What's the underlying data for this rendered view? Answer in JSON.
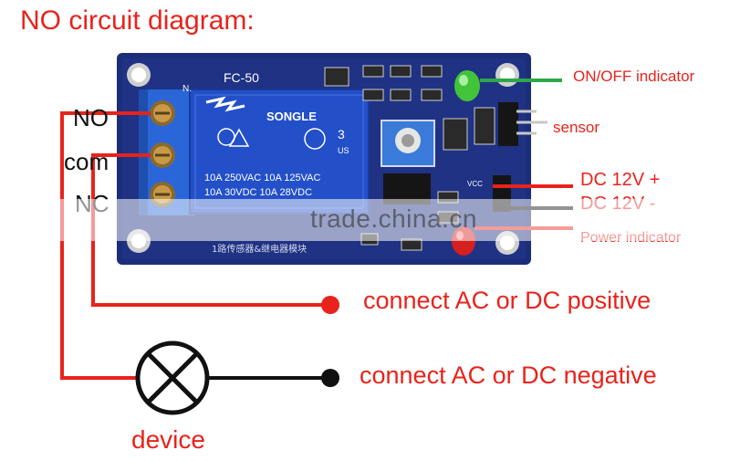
{
  "title": "NO circuit diagram:",
  "board": {
    "model": "FC-50",
    "relay_brand": "SONGLE",
    "relay_specs": [
      "10A 250VAC  10A 125VAC",
      "10A  30VDC  10A  28VDC"
    ],
    "relay_side": "3",
    "relay_side2": "US",
    "bottom_text": "1路传感器&继电器模块",
    "n_label": "N.",
    "vcc_label": "VCC"
  },
  "labels": {
    "no": "NO",
    "com": "com",
    "nc": "NC",
    "onoff": "ON/OFF indicator",
    "sensor": "sensor",
    "dc_plus": "DC 12V +",
    "dc_minus": "DC 12V -",
    "power": "Power indicator",
    "connect_pos": "connect AC or DC positive",
    "connect_neg": "connect AC or DC negative",
    "device": "device"
  },
  "watermark": "trade.china.cn",
  "colors": {
    "label_red": "#e8231c",
    "wire_red": "#e8231c",
    "wire_black": "#111111",
    "wire_green": "#2ea84a",
    "pcb_blue": "#1c2d7a",
    "relay_blue": "#2350c9",
    "terminal_blue": "#2a66d8"
  }
}
